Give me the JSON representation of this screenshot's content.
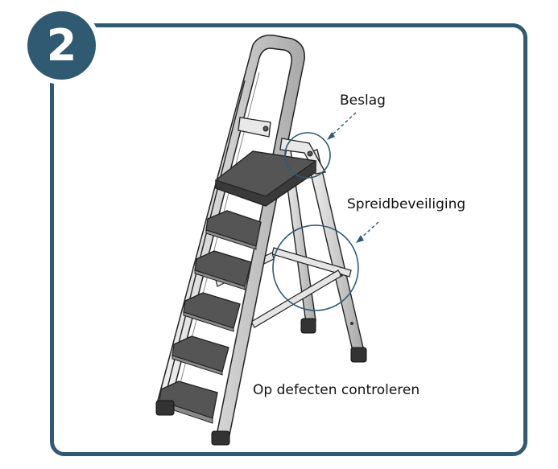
{
  "step_number": "2",
  "labels": {
    "beslag": "Beslag",
    "spreidbeveiliging": "Spreidbeveiliging",
    "caption": "Op defecten controleren"
  },
  "colors": {
    "frame": "#2f5a72",
    "callout": "#2f5a72",
    "platform": "#555555",
    "rail": "#d8d8d8",
    "foot": "#333333"
  }
}
